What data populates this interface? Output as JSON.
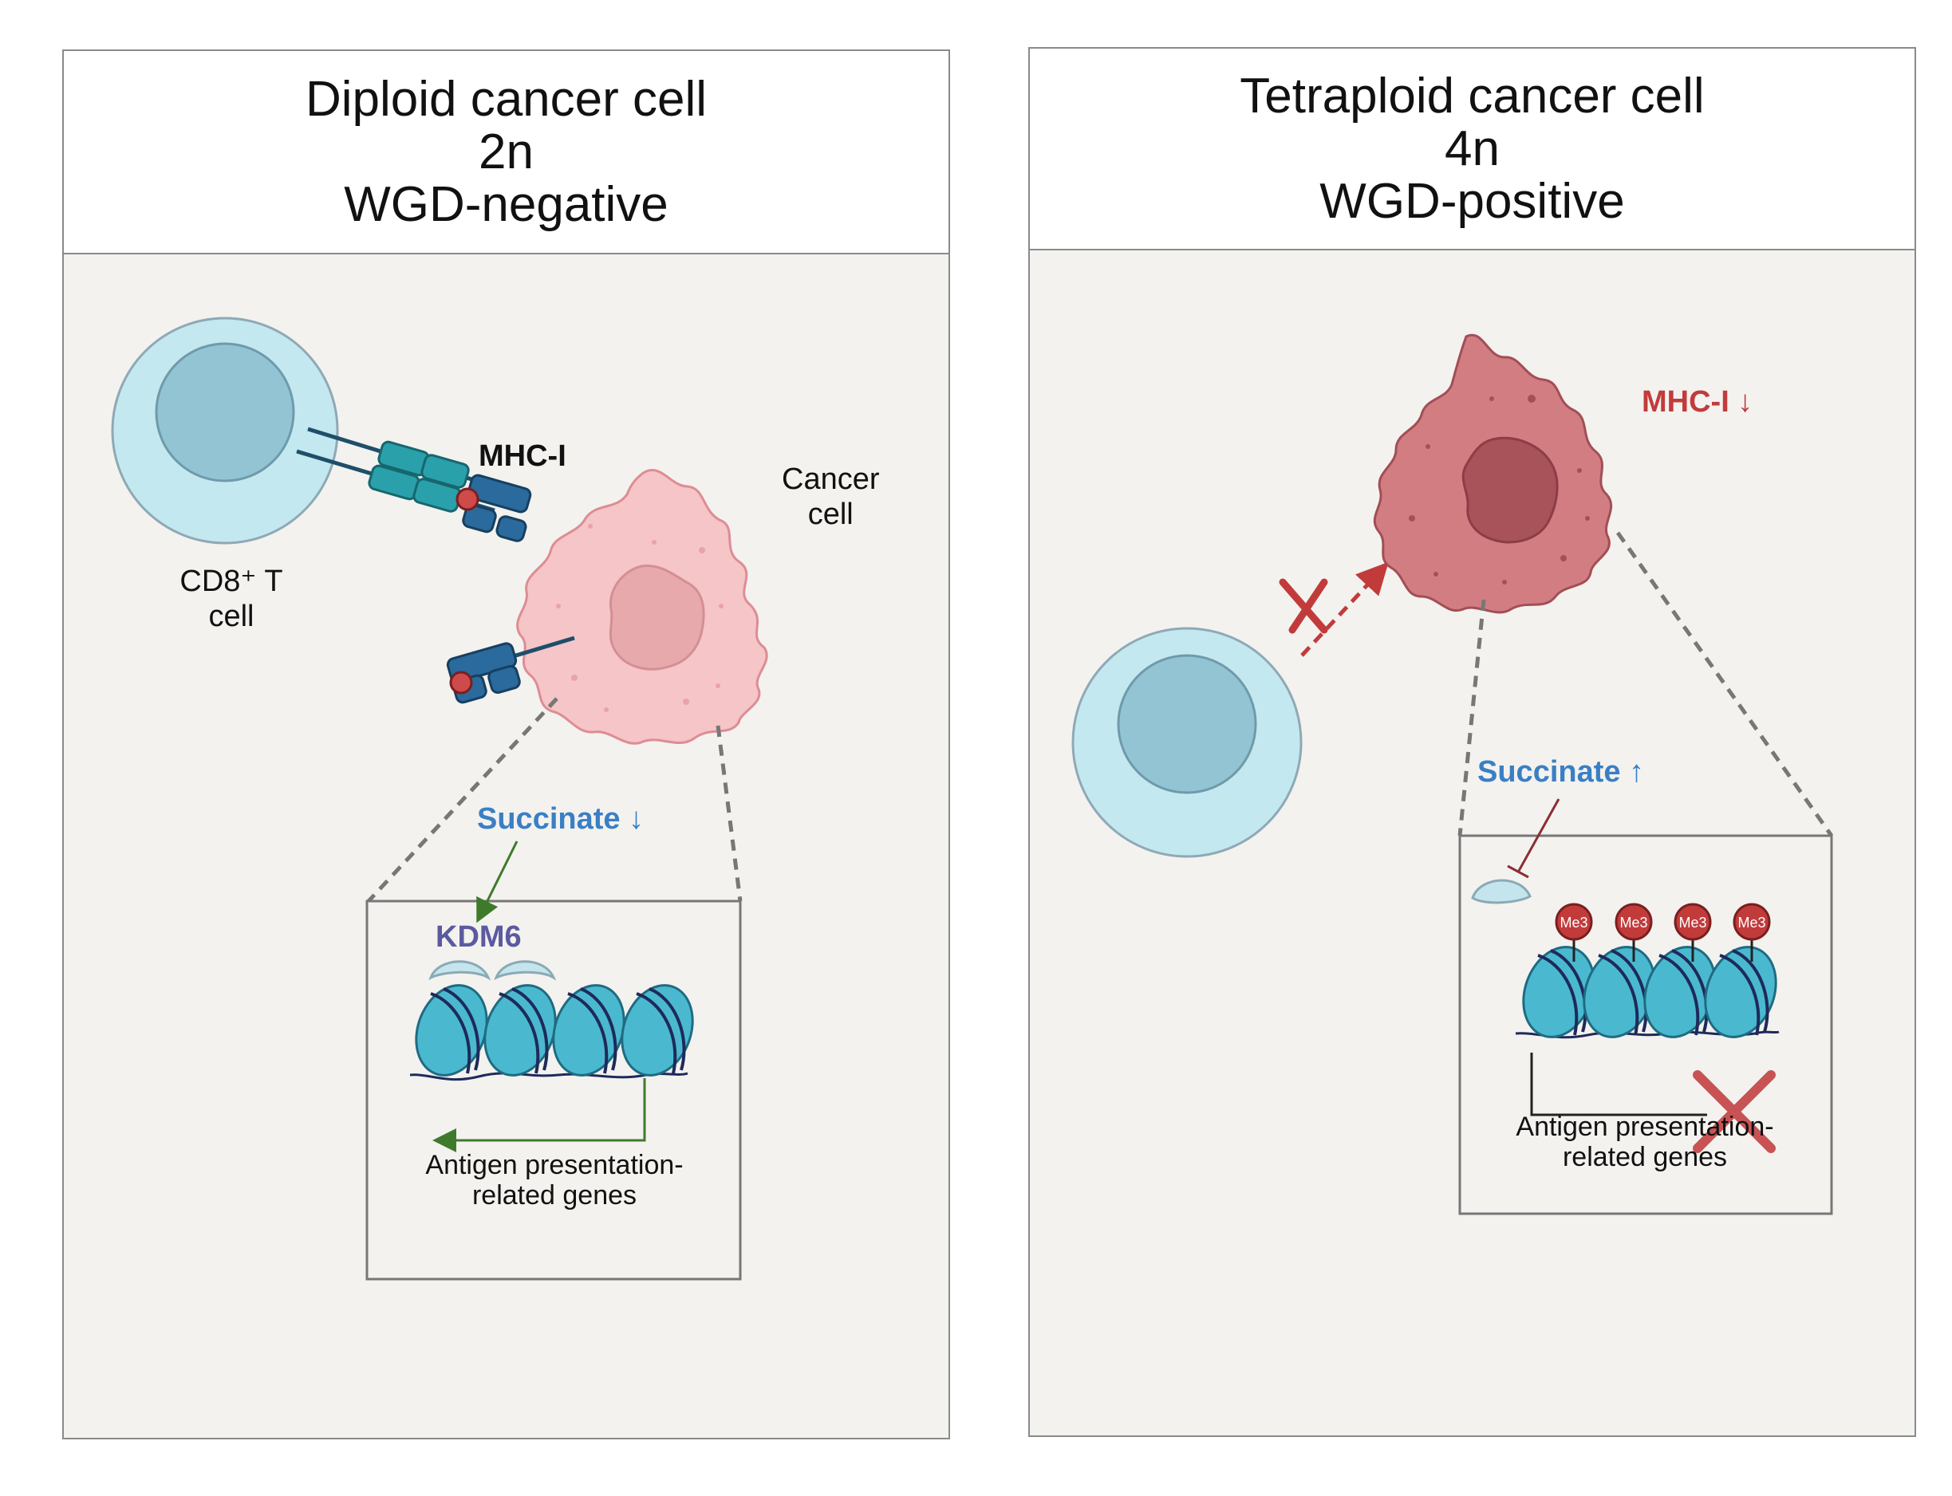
{
  "left_panel": {
    "title_lines": [
      "Diploid cancer cell",
      "2n",
      "WGD-negative"
    ],
    "labels": {
      "mhc": "MHC-I",
      "cancer_cell_line1": "Cancer",
      "cancer_cell_line2": "cell",
      "tcell_line1": "CD8⁺ T",
      "tcell_line2": "cell",
      "succinate": "Succinate ↓",
      "kdm6": "KDM6",
      "genes_line1": "Antigen presentation-",
      "genes_line2": "related genes"
    }
  },
  "right_panel": {
    "title_lines": [
      "Tetraploid cancer cell",
      "4n",
      "WGD-positive"
    ],
    "labels": {
      "mhc": "MHC-I ↓",
      "succinate": "Succinate ↑",
      "me3": "Me3",
      "genes_line1": "Antigen presentation-",
      "genes_line2": "related genes"
    }
  },
  "colors": {
    "succinate_blue": "#3a7fc4",
    "kdm6_purple": "#5b5aa0",
    "mhc_red": "#c23b3b",
    "tcell_fill": "#c4e8f0",
    "tcell_nucleus": "#93c4d4",
    "cancer_light": "#f5c5c8",
    "cancer_dark": "#cb767a",
    "activation_green": "#3f7a2c",
    "nucleosome": "#4ab9d0"
  }
}
